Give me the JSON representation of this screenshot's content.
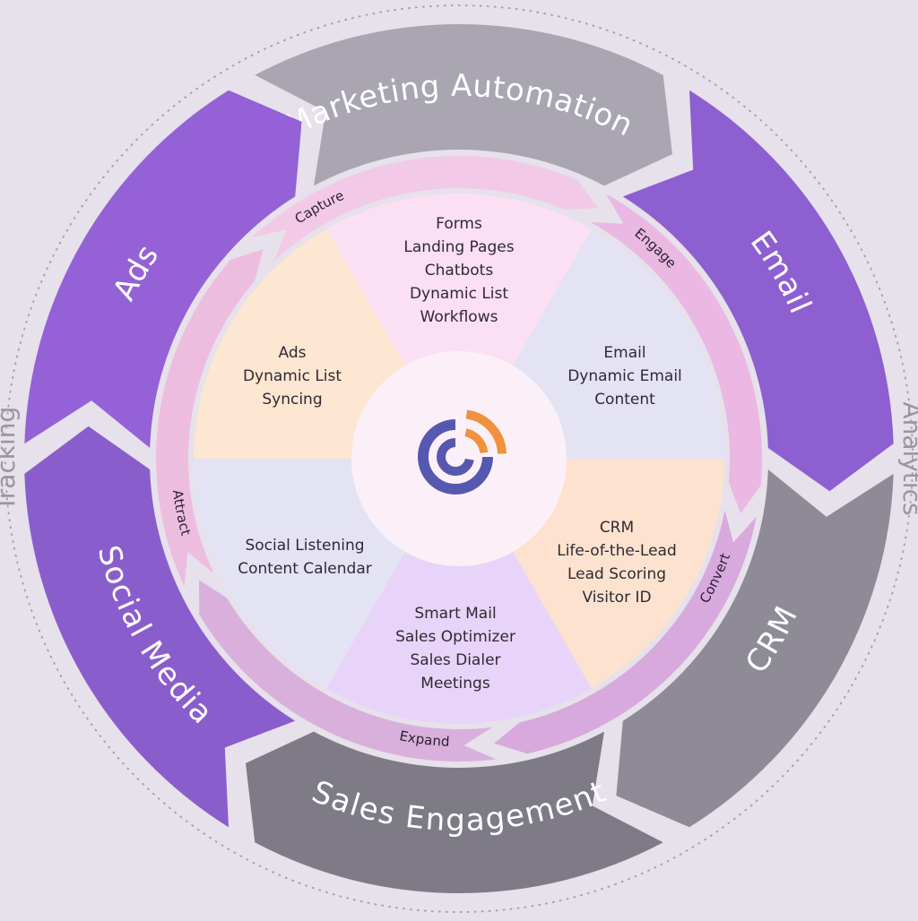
{
  "diagram": {
    "title": "Marketing & Sales Platform Lifecycle",
    "outer_side_labels": [
      {
        "id": "tracking",
        "text": "Tracking",
        "side": "left"
      },
      {
        "id": "analytics",
        "text": "Analytics",
        "side": "right"
      }
    ],
    "outer_ring": [
      {
        "id": "marketing-automation",
        "label": "Marketing Automation",
        "color": "#a9a5b1"
      },
      {
        "id": "email",
        "label": "Email",
        "color": "#8d5fd0"
      },
      {
        "id": "crm",
        "label": "CRM",
        "color": "#8e8b96"
      },
      {
        "id": "sales-engagement",
        "label": "Sales Engagement",
        "color": "#7e7b86"
      },
      {
        "id": "social-media",
        "label": "Social Media",
        "color": "#8a5dcc"
      },
      {
        "id": "ads",
        "label": "Ads",
        "color": "#9461d6"
      }
    ],
    "stage_ring": [
      {
        "id": "capture",
        "label": "Capture",
        "color": "#f2c9e6"
      },
      {
        "id": "engage",
        "label": "Engage",
        "color": "#eab8e2"
      },
      {
        "id": "convert",
        "label": "Convert",
        "color": "#d8a9dc"
      },
      {
        "id": "expand",
        "label": "Expand",
        "color": "#d9b0db"
      },
      {
        "id": "attract",
        "label": "Attract",
        "color": "#edbde0"
      }
    ],
    "wedges": [
      {
        "id": "capture-tools",
        "color": "#fbdff3",
        "lines": [
          "Forms",
          "Landing Pages",
          "Chatbots",
          "Dynamic List",
          "Workflows"
        ]
      },
      {
        "id": "engage-tools",
        "color": "#e4e3f3",
        "lines": [
          "Email",
          "Dynamic Email",
          "Content"
        ]
      },
      {
        "id": "convert-tools",
        "color": "#fde3cf",
        "lines": [
          "CRM",
          "Life-of-the-Lead",
          "Lead Scoring",
          "Visitor ID"
        ]
      },
      {
        "id": "expand-tools",
        "color": "#e8d4f8",
        "lines": [
          "Smart Mail",
          "Sales Optimizer",
          "Sales Dialer",
          "Meetings"
        ]
      },
      {
        "id": "social-tools",
        "color": "#e3e3f3",
        "lines": [
          "Social Listening",
          "Content Calendar"
        ]
      },
      {
        "id": "attract-tools",
        "color": "#fde6d2",
        "lines": [
          "Ads",
          "Dynamic List",
          "Syncing"
        ]
      }
    ],
    "center": {
      "logo": "brand-logo-icon",
      "fill": "#fcf0f8",
      "logo_primary": "#5658b0",
      "logo_accent": "#f0913e"
    },
    "colors": {
      "background": "#e6e1ea",
      "gap": "#dedbe4"
    }
  }
}
